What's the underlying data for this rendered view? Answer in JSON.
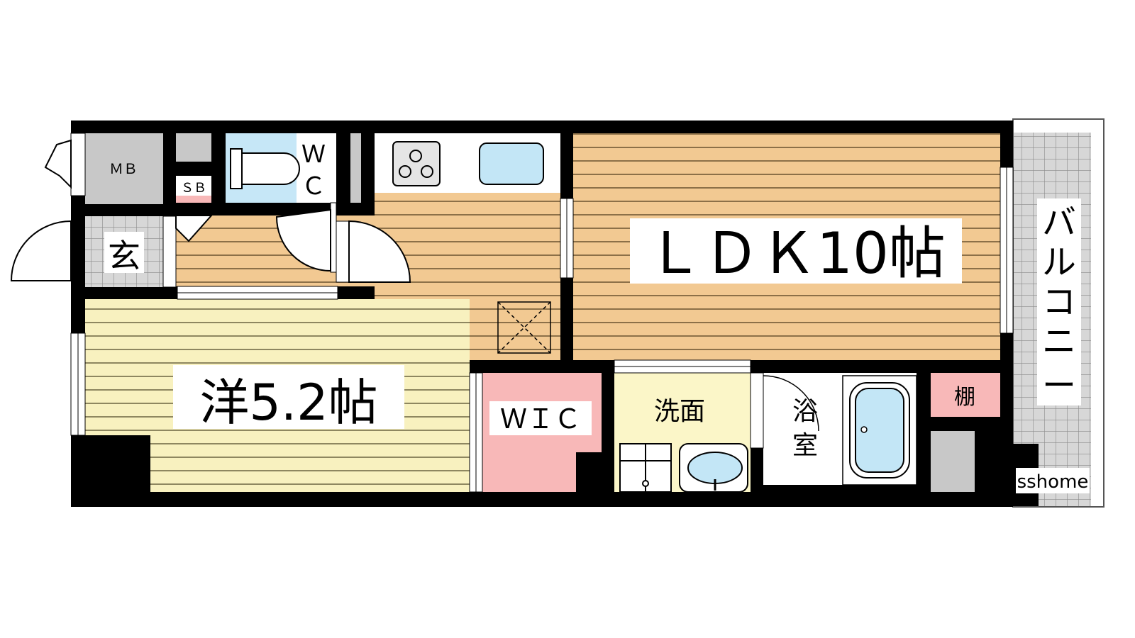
{
  "plan": {
    "ldk": "ＬＤＫ10帖",
    "western": "洋5.2帖",
    "wic": "ＷＩＣ",
    "wc_1": "Ｗ",
    "wc_2": "Ｃ",
    "mb": "ＭＢ",
    "sb": "ＳＢ",
    "entrance": "玄",
    "washroom": "洗面",
    "bath_1": "浴",
    "bath_2": "室",
    "shelf": "棚",
    "balcony": [
      "バ",
      "ル",
      "コ",
      "ニ",
      "ー"
    ],
    "watermark": "sshome"
  },
  "colors": {
    "ldk_floor": "#f2c992",
    "western_floor": "#f8f1bf",
    "wic": "#f8b8b8",
    "wc": "#c6e7f7",
    "wash": "#fbf6c8",
    "gray": "#c8c8c8",
    "fixture_blue": "#c3e6f6",
    "wall": "#000000"
  }
}
